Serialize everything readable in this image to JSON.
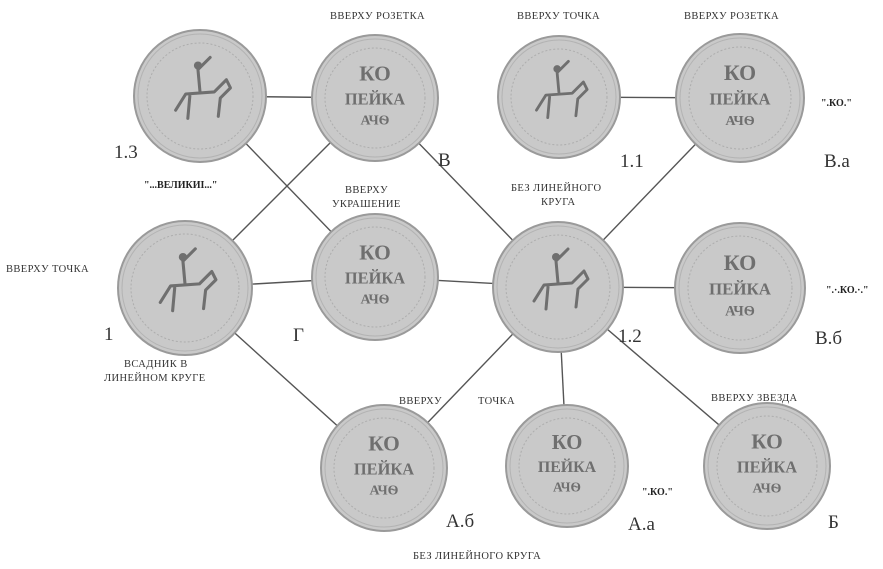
{
  "coins": {
    "c1": {
      "id": "1",
      "face": "rider",
      "center": "",
      "line1": "",
      "line2": "",
      "line3": ""
    },
    "c13": {
      "id": "1.3",
      "face": "rider",
      "center": "",
      "line1": "",
      "line2": "",
      "line3": ""
    },
    "c11": {
      "id": "1.1",
      "face": "rider",
      "center": "",
      "line1": "",
      "line2": "",
      "line3": ""
    },
    "c12": {
      "id": "1.2",
      "face": "rider",
      "center": "",
      "line1": "",
      "line2": "",
      "line3": ""
    },
    "cV": {
      "id": "В",
      "face": "legend",
      "line1": "КО",
      "line2": "ПЕЙКА",
      "line3": "АЧѲ"
    },
    "cVa": {
      "id": "В.а",
      "face": "legend",
      "line1": "КО",
      "line2": "ПЕЙКА",
      "line3": "АЧѲ"
    },
    "cVb": {
      "id": "В.б",
      "face": "legend",
      "line1": "КО",
      "line2": "ПЕЙКА",
      "line3": "АЧѲ"
    },
    "cG": {
      "id": "Г",
      "face": "legend",
      "line1": "КО",
      "line2": "ПЕЙКА",
      "line3": "АЧѲ"
    },
    "cAb": {
      "id": "А.б",
      "face": "legend",
      "line1": "КО",
      "line2": "ПЕЙКА",
      "line3": "АЧѲ"
    },
    "cAa": {
      "id": "А.а",
      "face": "legend",
      "line1": "КО",
      "line2": "ПЕЙКА",
      "line3": "АЧѲ"
    },
    "cB": {
      "id": "Б",
      "face": "legend",
      "line1": "КО",
      "line2": "ПЕЙКА",
      "line3": "АЧѲ"
    }
  },
  "labels": {
    "top_rozetka_left": "ВВЕРХУ РОЗЕТКА",
    "top_tochka_top": "ВВЕРХУ ТОЧКА",
    "top_rozetka_right": "ВВЕРХУ РОЗЕТКА",
    "top_tochka_left": "ВВЕРХУ ТОЧКА",
    "ukrashenie_1": "ВВЕРХУ",
    "ukrashenie_2": "УКРАШЕНИЕ",
    "bez_krug_1": "БЕЗ ЛИНЕЙНОГО",
    "bez_krug_2": "КРУГА",
    "vsadnik_1": "ВСАДНИК В",
    "vsadnik_2": "ЛИНЕЙНОМ КРУГЕ",
    "top_word": "ВВЕРХУ",
    "top_tochka_word": "ТОЧКА",
    "top_zvezda": "ВВЕРХУ ЗВЕЗДА",
    "bez_krug_bottom": "БЕЗ ЛИНЕЙНОГО КРУГА"
  },
  "variants": {
    "velikii": "\"...ВЕЛИКИI...\"",
    "ko_va": "\".КО.\"",
    "ko_vb": "\".·.КО.·.\"",
    "ko_aa": "\".КО.\""
  },
  "colors": {
    "coin_fill": "#c9c9c9",
    "coin_rim": "#9a9a9a",
    "coin_text": "#6f6f6f",
    "line": "#555555"
  }
}
